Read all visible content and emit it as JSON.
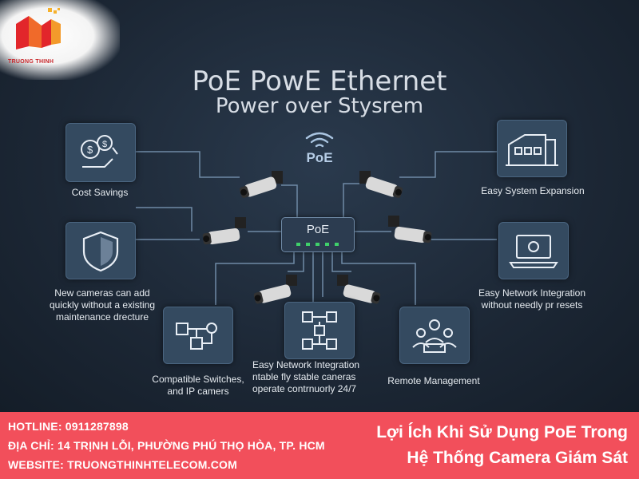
{
  "brand": {
    "name": "TRUONG THINH"
  },
  "title": {
    "line1": "PoE PowE Ethernet",
    "line2": "Power over Stysrem"
  },
  "center": {
    "wifi_label": "PoE",
    "switch_label": "PoE"
  },
  "features": {
    "cost_savings": "Cost Savings",
    "easy_expansion": "Easy System Expansion",
    "new_cameras": [
      "New cameras can add",
      "quickly without a existing",
      "maintenance drecture"
    ],
    "network_integration": [
      "Easy Network Integration",
      "without needly pr resets"
    ],
    "compatible_switches": [
      "Compatible Switches,",
      "and IP camers"
    ],
    "stable_cameras": [
      "Easy Network Integration",
      "ntable fly stable caneras",
      "operate contrnuorly 24/7"
    ],
    "remote_management": "Remote Management"
  },
  "footer": {
    "hotline": "HOTLINE: 0911287898",
    "address": "ĐỊA CHỈ: 14 TRỊNH LỖI, PHƯỜNG PHÚ THỌ HÒA, TP. HCM",
    "website": "WEBSITE: TRUONGTHINHTELECOM.COM",
    "headline_1": "Lợi Ích Khi Sử Dụng PoE Trong",
    "headline_2": "Hệ Thống Camera Giám Sát"
  },
  "colors": {
    "footer_bg": "#f24f5b",
    "panel_bg": "#344a60",
    "line": "#6f8aa6",
    "brand_red": "#c8262a"
  }
}
